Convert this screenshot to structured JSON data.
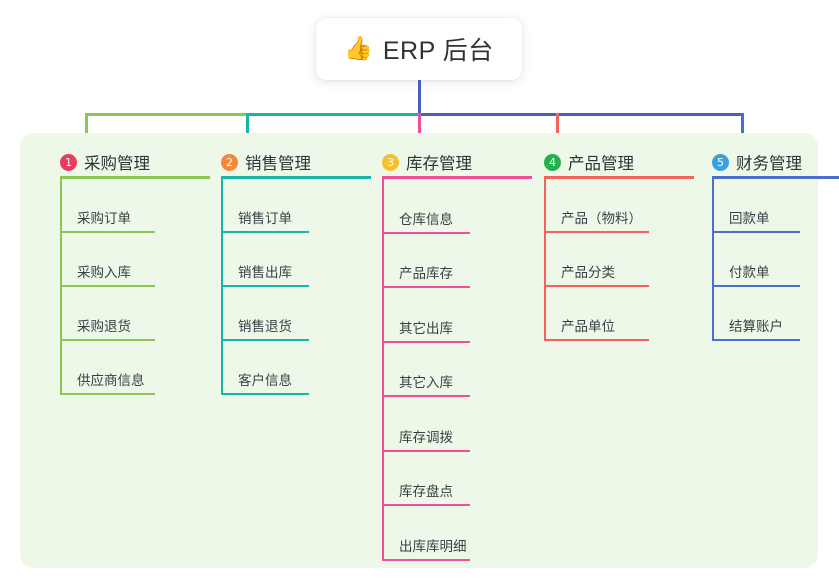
{
  "root": {
    "emoji": "👍",
    "emoji_name": "thumbs-up-icon",
    "title": "ERP 后台"
  },
  "palette": {
    "panel_bg": "#eef8e8",
    "page_bg": "#ffffff",
    "root_stem": "#4a5fc1",
    "bus_left": "#8cc751",
    "bus_mid": "#16b5a5",
    "bus_right": "#4a5fc1",
    "text": "#2f3338",
    "leaf_text": "#3a3f45"
  },
  "columns": [
    {
      "index": "1",
      "title": "采购管理",
      "badge_color": "#ef3b5b",
      "line_color": "#8cc751",
      "stub_color": "#8cc751",
      "items": [
        "采购订单",
        "采购入库",
        "采购退货",
        "供应商信息"
      ]
    },
    {
      "index": "2",
      "title": "销售管理",
      "badge_color": "#f5873b",
      "line_color": "#16b5a5",
      "stub_color": "#16b5a5",
      "items": [
        "销售订单",
        "销售出库",
        "销售退货",
        "客户信息"
      ]
    },
    {
      "index": "3",
      "title": "库存管理",
      "badge_color": "#f5c22b",
      "line_color": "#ee4e9b",
      "stub_color": "#ee4e9b",
      "items": [
        "仓库信息",
        "产品库存",
        "其它出库",
        "其它入库",
        "库存调拨",
        "库存盘点",
        "出库库明细"
      ]
    },
    {
      "index": "4",
      "title": "产品管理",
      "badge_color": "#22b14c",
      "line_color": "#f4625c",
      "stub_color": "#f4625c",
      "items": [
        "产品（物料）",
        "产品分类",
        "产品单位"
      ]
    },
    {
      "index": "5",
      "title": "财务管理",
      "badge_color": "#3b9fe0",
      "line_color": "#4a6fd0",
      "stub_color": "#4a6fd0",
      "items": [
        "回款单",
        "付款单",
        "结算账户"
      ]
    }
  ]
}
